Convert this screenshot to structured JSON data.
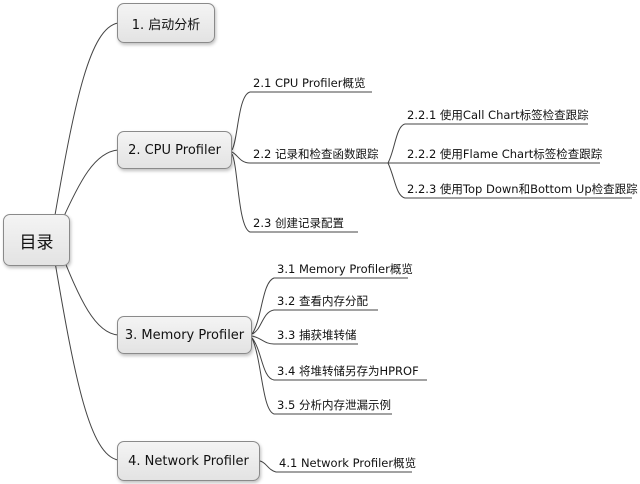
{
  "root": {
    "label": "目录"
  },
  "branches": [
    {
      "label": "1. 启动分析"
    },
    {
      "label": "2. CPU Profiler",
      "children": [
        {
          "label": "2.1 CPU Profiler概览"
        },
        {
          "label": "2.2 记录和检查函数跟踪",
          "children": [
            {
              "label": "2.2.1 使用Call Chart标签检查跟踪"
            },
            {
              "label": "2.2.2 使用Flame Chart标签检查跟踪"
            },
            {
              "label": "2.2.3 使用Top Down和Bottom Up检查跟踪"
            }
          ]
        },
        {
          "label": "2.3 创建记录配置"
        }
      ]
    },
    {
      "label": "3. Memory Profiler",
      "children": [
        {
          "label": "3.1 Memory Profiler概览"
        },
        {
          "label": "3.2 查看内存分配"
        },
        {
          "label": "3.3 捕获堆转储"
        },
        {
          "label": "3.4 将堆转储另存为HPROF"
        },
        {
          "label": "3.5 分析内存泄漏示例"
        }
      ]
    },
    {
      "label": "4. Network Profiler",
      "children": [
        {
          "label": "4.1 Network Profiler概览"
        }
      ]
    }
  ]
}
